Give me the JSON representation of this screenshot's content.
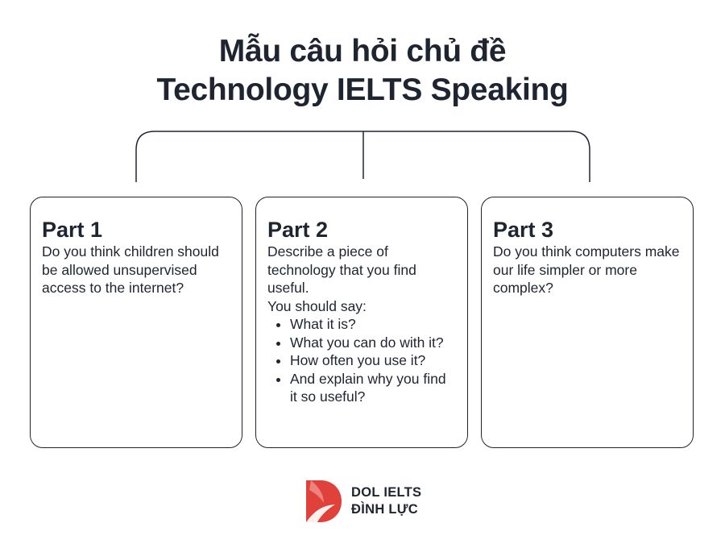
{
  "title": {
    "line1": "Mẫu câu hỏi chủ đề",
    "line2": "Technology IELTS Speaking"
  },
  "parts": [
    {
      "heading": "Part 1",
      "text": "Do you think children should be allowed unsupervised access to the internet?"
    },
    {
      "heading": "Part 2",
      "text": "Describe a piece of technology that you find useful.",
      "prompt": "You should say:",
      "bullets": [
        "What it is?",
        "What you can do with it?",
        "How often you use it?",
        "And explain why you find it so useful?"
      ]
    },
    {
      "heading": "Part 3",
      "text": "Do you think computers make our life simpler or more complex?"
    }
  ],
  "logo": {
    "line1": "DOL IELTS",
    "line2": "ĐÌNH LỰC"
  },
  "colors": {
    "text": "#1e2530",
    "brand_red": "#e0413a"
  }
}
